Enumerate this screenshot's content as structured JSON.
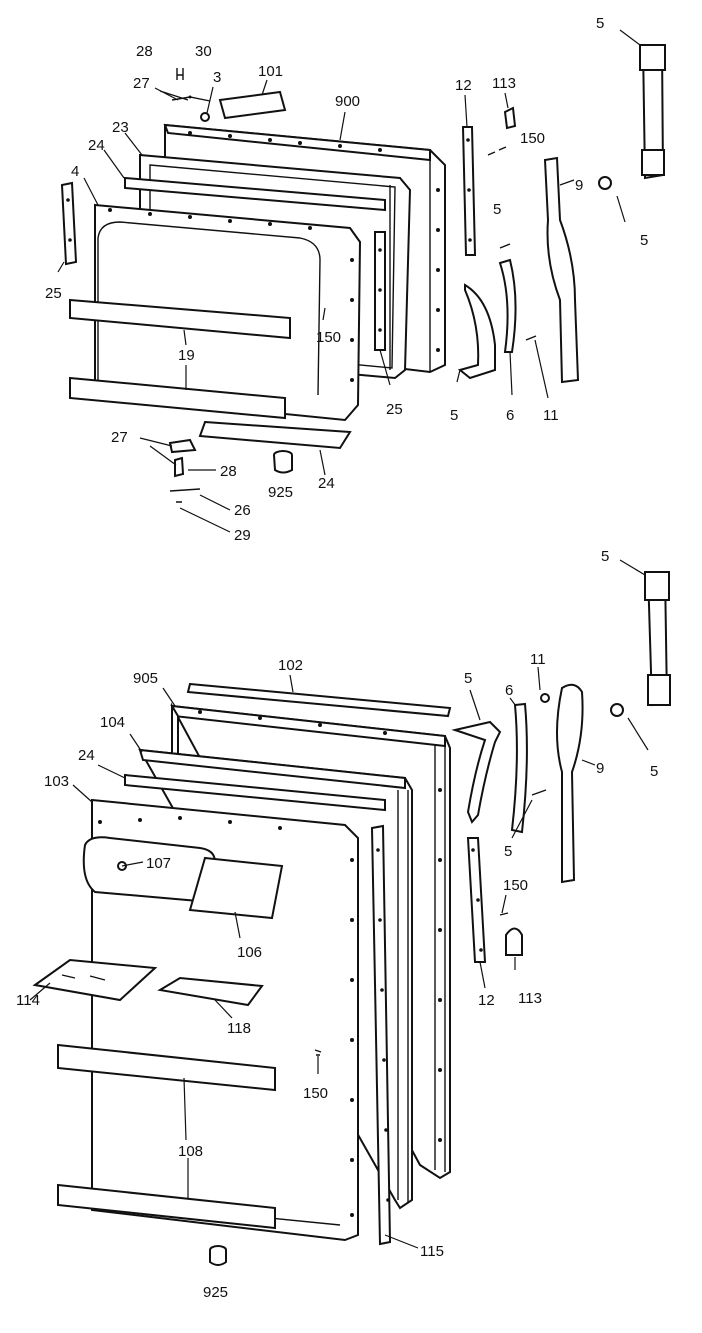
{
  "upper_door": {
    "callouts": {
      "c28a": "28",
      "c30": "30",
      "c27a": "27",
      "c3": "3",
      "c101": "101",
      "c900": "900",
      "c12a": "12",
      "c113a": "113",
      "c150a": "150",
      "c5a": "5",
      "c9a": "9",
      "c5b": "5",
      "c23": "23",
      "c24a": "24",
      "c4": "4",
      "c25a": "25",
      "c150b": "150",
      "c19": "19",
      "c25b": "25",
      "c5c": "5",
      "c6a": "6",
      "c11a": "11",
      "c5d": "5",
      "c27b": "27",
      "c28b": "28",
      "c925a": "925",
      "c24b": "24",
      "c26": "26",
      "c29": "29"
    }
  },
  "lower_door": {
    "callouts": {
      "c5e": "5",
      "c102": "102",
      "c905": "905",
      "c5f": "5",
      "c6b": "6",
      "c11b": "11",
      "c104": "104",
      "c24c": "24",
      "c103": "103",
      "c107": "107",
      "c9b": "9",
      "c5g": "5",
      "c5h": "5",
      "c150c": "150",
      "c106": "106",
      "c114": "114",
      "c118": "118",
      "c12b": "12",
      "c113b": "113",
      "c150d": "150",
      "c108": "108",
      "c115": "115",
      "c925b": "925"
    }
  }
}
